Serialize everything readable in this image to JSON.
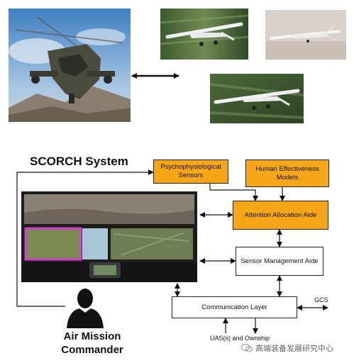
{
  "diagram": {
    "system_title": "SCORCH System",
    "boxes": {
      "psychophysiological": "Psychophysiological Sensors",
      "human_effectiveness": "Human Effectiveness Models",
      "attention_allocation": "Attention Allocation Aide",
      "sensor_management": "Sensor Management Aide",
      "communication_layer": "Communication Layer"
    },
    "commander_label": "Air Mission Commander",
    "gcs_label": "GCS",
    "uas_label": "UAS(s) and Ownship"
  },
  "watermark": {
    "text": "高端装备发展研究中心"
  },
  "colors": {
    "orange_box": "#f7a617",
    "box_border": "#222222",
    "cockpit_highlight": "#d63bd6"
  }
}
